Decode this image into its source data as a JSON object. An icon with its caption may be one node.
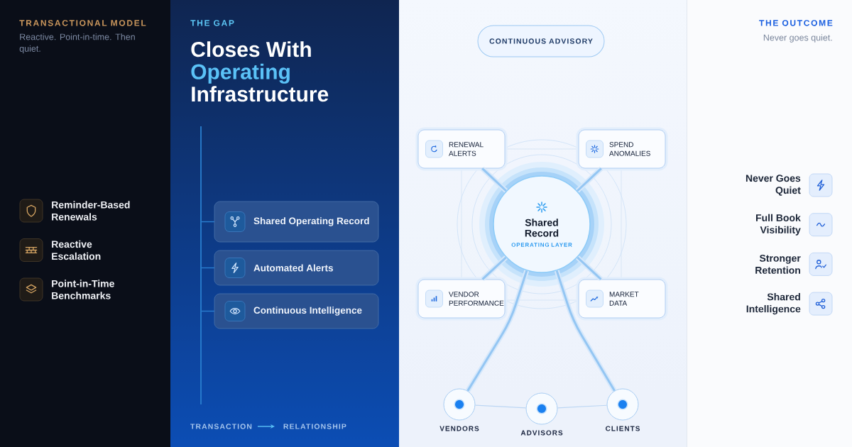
{
  "diagram": {
    "nodes": [
      {
        "text": [
          "TRANSACTIONAL MODEL",
          "Reactive. Point-in-time. Then quiet.",
          "Reminder-Based Renewals",
          "Reactive Escalation",
          "Point-in-Time Benchmarks"
        ]
      },
      {
        "text": [
          "THE GAP",
          "Closes With",
          "Operating",
          "Infrastructure"
        ]
      },
      {
        "text": [],
        "shape": "bar",
        "in": 1
      },
      {
        "text": [
          "Shared Operating Record"
        ],
        "in": 1
      },
      {
        "text": [
          "Automated Alerts"
        ],
        "in": 1
      },
      {
        "text": [
          "Continuous Intelligence"
        ],
        "in": 1
      },
      {
        "text": [
          "TRANSACTION"
        ],
        "in": 1
      },
      {
        "text": [
          "RELATIONSHIP"
        ],
        "in": 1
      },
      {
        "text": [
          "CONTINUOUS ADVISORY"
        ]
      },
      {
        "text": [
          "Shared Record",
          "OPERATING LAYER"
        ]
      },
      {
        "text": [
          "RENEWAL ALERTS"
        ]
      },
      {
        "text": [
          "SPEND ANOMALIES"
        ]
      },
      {
        "text": [
          "VENDOR PERFORMANCE"
        ]
      },
      {
        "text": [
          "MARKET DATA"
        ]
      },
      {
        "text": [],
        "shape": "circle",
        "beside": [
          "VENDORS"
        ]
      },
      {
        "text": [],
        "shape": "circle",
        "beside": [
          "ADVISORS"
        ]
      },
      {
        "text": [],
        "shape": "circle",
        "beside": [
          "CLIENTS"
        ]
      },
      {
        "text": [
          "THE OUTCOME",
          "Never goes quiet.",
          "Never Goes Quiet",
          "Full Book Visibility",
          "Stronger Retention",
          "Shared Intelligence"
        ]
      }
    ],
    "edges": [
      {
        "from": 6,
        "to": 7,
        "arrow": "to",
        "color": "#5bc2f7"
      },
      {
        "from": 2,
        "to": 3,
        "arrow": "none",
        "color": "#2a7fd0"
      },
      {
        "from": 2,
        "to": 4,
        "arrow": "none",
        "color": "#2a7fd0"
      },
      {
        "from": 2,
        "to": 5,
        "arrow": "none",
        "color": "#2a7fd0"
      },
      {
        "from": 9,
        "to": 10,
        "arrow": "none",
        "style": "thick"
      },
      {
        "from": 9,
        "to": 11,
        "arrow": "none",
        "style": "thick"
      },
      {
        "from": 9,
        "to": 12,
        "arrow": "none",
        "style": "thick"
      },
      {
        "from": 9,
        "to": 13,
        "arrow": "none",
        "style": "thick"
      },
      {
        "from": 9,
        "to": 14,
        "arrow": "none",
        "style": "thick"
      },
      {
        "from": 9,
        "to": 16,
        "arrow": "none",
        "style": "thick"
      },
      {
        "from": 14,
        "to": 15,
        "arrow": "none"
      },
      {
        "from": 15,
        "to": 16,
        "arrow": "none"
      }
    ]
  }
}
